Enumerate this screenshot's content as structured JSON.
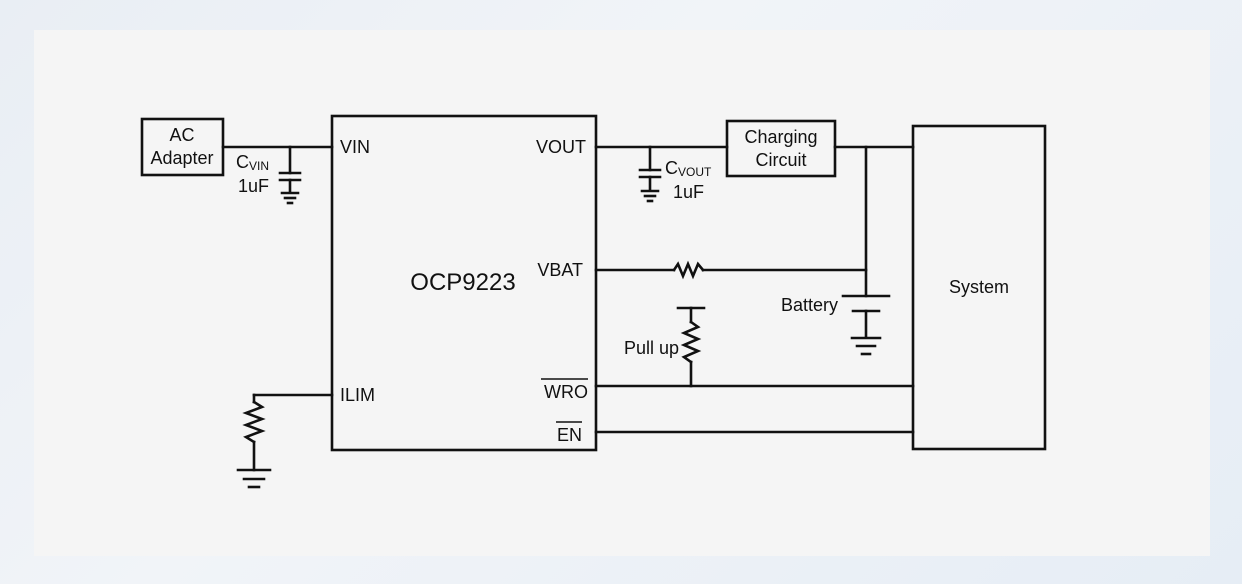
{
  "diagram": {
    "ic_name": "OCP9223",
    "blocks": {
      "ac_adapter": [
        "AC",
        "Adapter"
      ],
      "charging_circuit": [
        "Charging",
        "Circuit"
      ],
      "system": "System"
    },
    "pins": {
      "vin": "VIN",
      "vout": "VOUT",
      "vbat": "VBAT",
      "wro": "WRO",
      "ilim": "ILIM",
      "en": "EN"
    },
    "capacitors": {
      "cvin": {
        "main": "C",
        "sub": "VIN",
        "value": "1uF"
      },
      "cvout": {
        "main": "C",
        "sub": "VOUT",
        "value": "1uF"
      }
    },
    "labels": {
      "battery": "Battery",
      "pull_up": "Pull up"
    }
  }
}
